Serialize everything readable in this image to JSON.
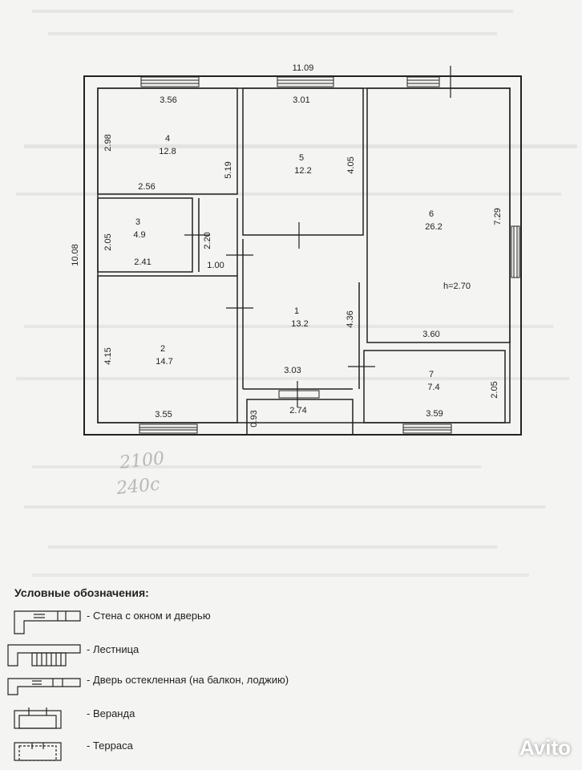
{
  "plan": {
    "overall": {
      "width": "11.09",
      "height": "10.08"
    },
    "rooms": [
      {
        "number": "1",
        "area": "13.2"
      },
      {
        "number": "2",
        "area": "14.7"
      },
      {
        "number": "3",
        "area": "4.9"
      },
      {
        "number": "4",
        "area": "12.8"
      },
      {
        "number": "5",
        "area": "12.2"
      },
      {
        "number": "6",
        "area": "26.2"
      },
      {
        "number": "7",
        "area": "7.4"
      }
    ],
    "ceiling_height": "h=2.70",
    "dimensions": {
      "r4_top": "3.56",
      "r4_left": "2.98",
      "r4_bottom": "2.56",
      "r4_right": "5.19",
      "r5_top": "3.01",
      "r5_right": "4.05",
      "r3_left": "2.05",
      "r3_bottom": "2.41",
      "r3_right": "2.20",
      "corridor": "1.00",
      "r2_left": "4.15",
      "r2_bottom": "3.55",
      "r1_right": "4.36",
      "r1_bottom": "3.03",
      "porch_bottom": "2.74",
      "porch_left": "0.93",
      "r6_right": "7.29",
      "r6_bottom": "3.60",
      "r7_bottom": "3.59",
      "r7_right": "2.05"
    }
  },
  "handwritten": [
    "2100",
    "240с"
  ],
  "legend": {
    "title": "Условные обозначения:",
    "items": [
      {
        "label": "- Стена с окном и дверью"
      },
      {
        "label": "- Лестница"
      },
      {
        "label": "- Дверь остекленная (на балкон, лоджию)"
      },
      {
        "label": "- Веранда"
      },
      {
        "label": "- Терраса"
      }
    ]
  },
  "watermark": "Avito",
  "colors": {
    "ink": "#222222",
    "paper": "#f4f4f2"
  }
}
